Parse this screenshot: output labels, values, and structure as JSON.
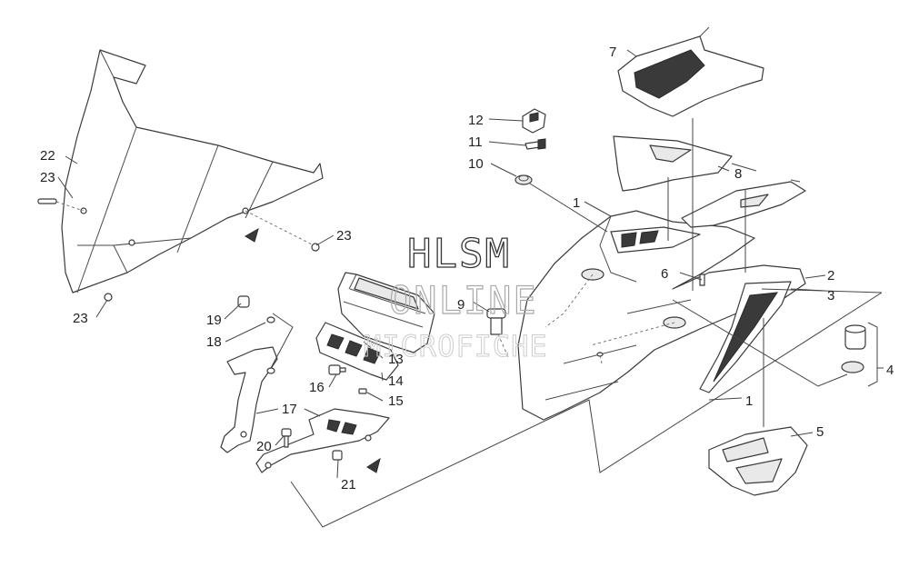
{
  "watermark": {
    "line1": "HLSM",
    "line2": "ONLINE",
    "line3": "MICROFICHE"
  },
  "callouts": {
    "c1a": "1",
    "c1b": "1",
    "c2": "2",
    "c3": "3",
    "c4": "4",
    "c5": "5",
    "c6": "6",
    "c7": "7",
    "c8": "8",
    "c9": "9",
    "c10": "10",
    "c11": "11",
    "c12": "12",
    "c13": "13",
    "c14": "14",
    "c15": "15",
    "c16": "16",
    "c17": "17",
    "c18": "18",
    "c19": "19",
    "c20": "20",
    "c21": "21",
    "c22": "22",
    "c23a": "23",
    "c23b": "23",
    "c23c": "23"
  }
}
